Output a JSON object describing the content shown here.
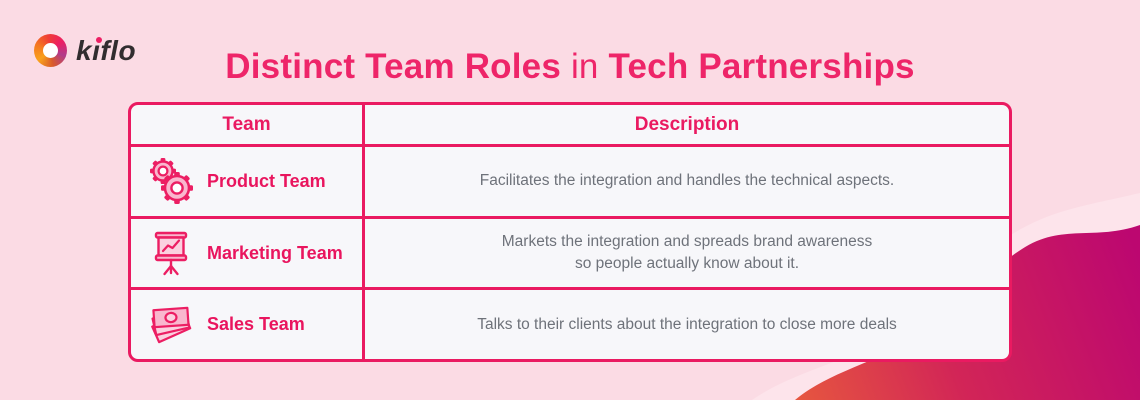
{
  "logo": {
    "brand": "kiflo",
    "brand_display": "kıflo"
  },
  "title": {
    "part1": "Distinct Team Roles",
    "part2": " in ",
    "part3": "Tech Partnerships"
  },
  "table": {
    "headers": {
      "team": "Team",
      "description": "Description"
    },
    "rows": [
      {
        "icon": "gears-icon",
        "team": "Product Team",
        "description": "Facilitates the integration and handles the technical aspects."
      },
      {
        "icon": "presentation-chart-icon",
        "team": "Marketing Team",
        "description": "Markets the integration and spreads brand awareness\nso people actually know about it."
      },
      {
        "icon": "money-bills-icon",
        "team": "Sales Team",
        "description": "Talks to their clients about the integration to close more deals"
      }
    ]
  },
  "colors": {
    "background": "#FBDBE4",
    "accent_pink": "#EA1A61",
    "title_pink": "#EE2569",
    "cell_background": "#F7F7FA",
    "description_gray": "#6E727A",
    "blob_gradient_start": "#E85B3D",
    "blob_gradient_end": "#BC0770",
    "light_wave": "#FDE4EB"
  }
}
